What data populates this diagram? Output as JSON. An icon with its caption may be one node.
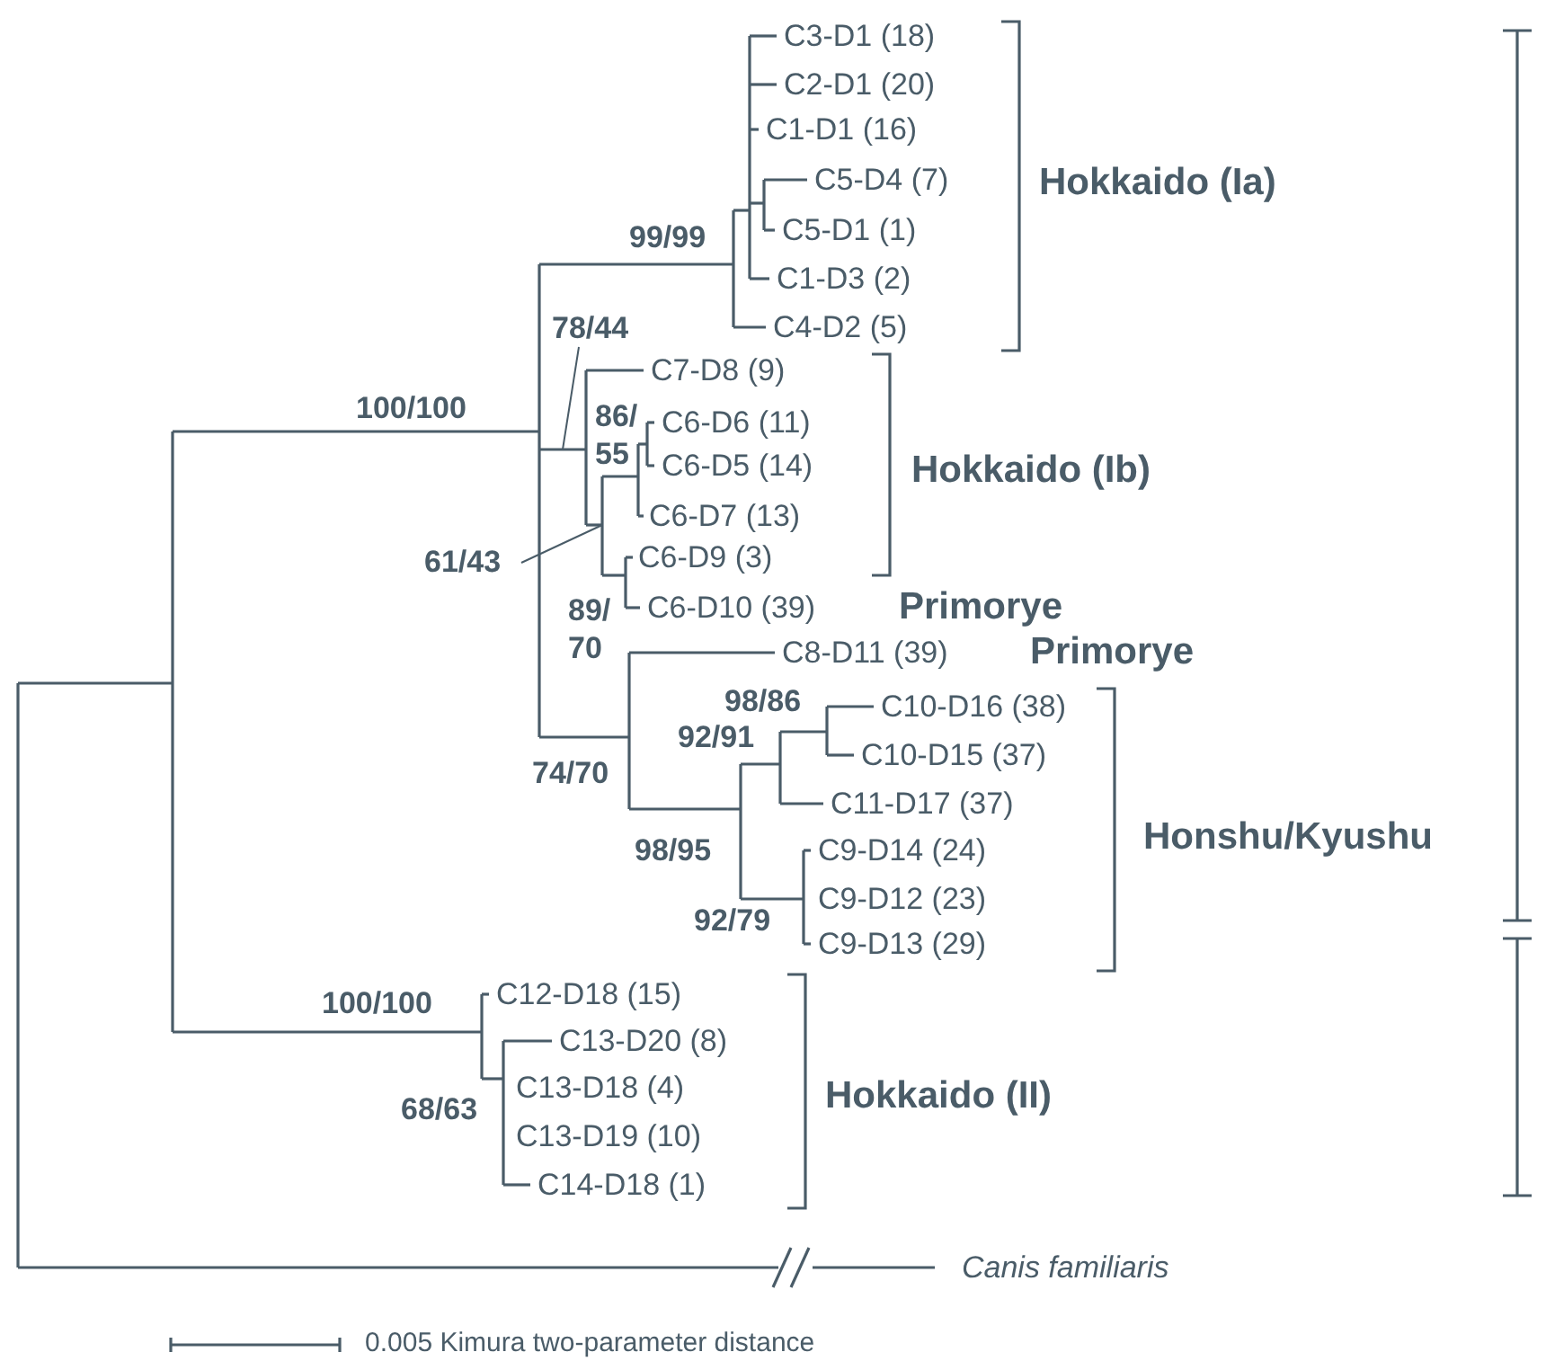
{
  "diagram": {
    "nodes": [
      {
        "text": [
          "78/44"
        ]
      },
      {
        "text": [
          "61/43"
        ]
      }
    ],
    "edges": [
      {
        "from": 0,
        "to": null,
        "arrow": "none"
      },
      {
        "from": 1,
        "to": null,
        "arrow": "none"
      }
    ],
    "labels": [
      "C3-D1 (18)",
      "C2-D1 (20)",
      "C1-D1 (16)",
      "C5-D4 (7)",
      "Hokkaido (Ia)",
      "99/99",
      "C5-D1 (1)",
      "C1-D3 (2)",
      "C4-D2 (5)",
      "C7-D8 (9)",
      "100/100",
      "86/ 55",
      "C6-D6 (11)",
      "C6-D5 (14)",
      "Hokkaido (Ib)",
      "C6-D7 (13)",
      "C6-D9 (3)",
      "89/ 70",
      "C6-D10 (39)",
      "Primorye",
      "C8-D11 (39)",
      "Primorye",
      "98/86",
      "C10-D16 (38)",
      "92/91",
      "C10-D15 (37)",
      "74/70",
      "C11-D17 (37)",
      "Honshu/Kyushu",
      "98/95",
      "C9-D14 (24)",
      "92/79",
      "C9-D12 (23)",
      "C9-D13 (29)",
      "100/100",
      "C12-D18 (15)",
      "C13-D20 (8)",
      "68/63",
      "C13-D18 (4)",
      "Hokkaido (II)",
      "C13-D19 (10)",
      "C14-D18 (1)",
      "Canis familiaris",
      "0.005 Kimura two-parameter distance"
    ]
  }
}
